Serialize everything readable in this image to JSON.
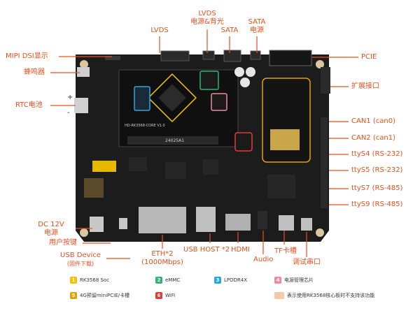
{
  "labels": {
    "lvds": "LVDS",
    "lvds_power_line1": "LVDS",
    "lvds_power_line2": "电源&背光",
    "sata": "SATA",
    "sata_power_line1": "SATA",
    "sata_power_line2": "电源",
    "mipi": "MIPI DSI显示",
    "buzzer": "蜂鸣器",
    "rtc": "RTC电池",
    "pcie": "PCIE",
    "expansion": "扩展接口",
    "can1": "CAN1 (can0)",
    "can2": "CAN2 (can1)",
    "ttys4": "ttyS4 (RS-232)",
    "ttys5": "ttyS5 (RS-232)",
    "ttys7": "ttyS7 (RS-485)",
    "ttys9": "ttyS9 (RS-485)",
    "dc12v_line1": "DC 12V",
    "dc12v_line2": "电源",
    "user_key": "用户按键",
    "usb_device_line1": "USB Device",
    "usb_device_line2": "(固件下载)",
    "eth_line1": "ETH*2",
    "eth_line2": "(1000Mbps)",
    "usb_host": "USB HOST *2",
    "hdmi": "HDMI",
    "audio": "Audio",
    "tf": "TF卡槽",
    "debug_serial": "调试串口",
    "plus": "+",
    "minus": "-"
  },
  "board": {
    "silk_main": "HD-RK3568-CORE V1.0",
    "silk_serial": "24025A1"
  },
  "legend": {
    "items": [
      {
        "num": "1",
        "text": "RK3568 Soc",
        "color": "#f2c200"
      },
      {
        "num": "2",
        "text": "eMMC",
        "color": "#2bb673"
      },
      {
        "num": "3",
        "text": "LPDDR4X",
        "color": "#29a8e0"
      },
      {
        "num": "4",
        "text": "电源管理芯片",
        "color": "#f08a9a"
      },
      {
        "num": "5",
        "text": "4G预留miniPCIE/卡槽",
        "color": "#e0a300"
      },
      {
        "num": "6",
        "text": "WiFi",
        "color": "#e53935"
      }
    ],
    "note": "表示使用RK3568核心板时不支持该功能",
    "note_color": "#f5c9a8"
  }
}
